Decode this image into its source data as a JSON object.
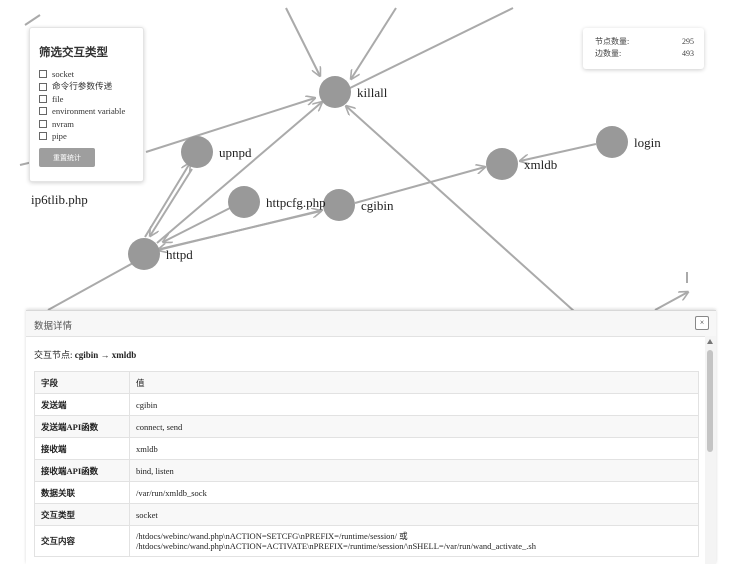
{
  "graph": {
    "nodes": {
      "killall": "killall",
      "upnpd": "upnpd",
      "xmldb": "xmldb",
      "login": "login",
      "httpcfg": "httpcfg.php",
      "cgibin": "cgibin",
      "httpd": "httpd",
      "ip6tlib": "ip6tlib.php"
    }
  },
  "filter": {
    "title": "筛选交互类型",
    "options": [
      "socket",
      "命令行参数传递",
      "file",
      "environment variable",
      "nvram",
      "pipe"
    ],
    "reset_label": "重置统计"
  },
  "stats": {
    "node_count_label": "节点数量:",
    "node_count": "295",
    "edge_count_label": "边数量:",
    "edge_count": "493"
  },
  "detail": {
    "title": "数据详情",
    "close_label": "×",
    "interaction_prefix": "交互节点: ",
    "interaction_value": "cgibin → xmldb",
    "rows": [
      {
        "key": "字段",
        "value": "值"
      },
      {
        "key": "发送端",
        "value": "cgibin"
      },
      {
        "key": "发送端API函数",
        "value": "connect, send"
      },
      {
        "key": "接收端",
        "value": "xmldb"
      },
      {
        "key": "接收端API函数",
        "value": "bind, listen"
      },
      {
        "key": "数据关联",
        "value": "/var/run/xmldb_sock"
      },
      {
        "key": "交互类型",
        "value": "socket"
      }
    ],
    "content_key": "交互内容",
    "content_line1": "/htdocs/webinc/wand.php\\nACTION=SETCFG\\nPREFIX=/runtime/session/ 或",
    "content_line2": "/htdocs/webinc/wand.php\\nACTION=ACTIVATE\\nPREFIX=/runtime/session/\\nSHELL=/var/run/wand_activate_.sh"
  },
  "colors": {
    "node": "#999999",
    "edge": "#aaaaaa"
  }
}
